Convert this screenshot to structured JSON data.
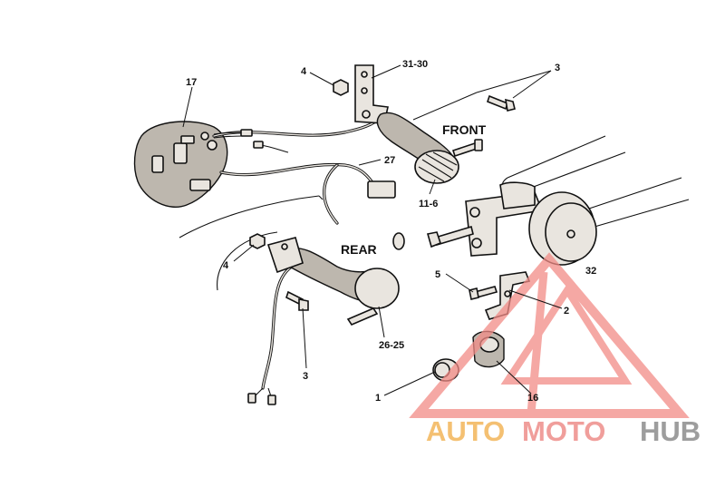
{
  "labels": {
    "front": "FRONT",
    "rear": "REAR",
    "callouts": {
      "p17": "17",
      "p4_top": "4",
      "p31_30": "31-30",
      "p3_top": "3",
      "p27": "27",
      "p11_6": "11-6",
      "p4_left": "4",
      "p5": "5",
      "p32": "32",
      "p2": "2",
      "p26_25": "26-25",
      "p3_bottom": "3",
      "p1": "1",
      "p16": "16"
    }
  },
  "watermark": {
    "part1": "AUTO",
    "part2": "MOTO",
    "part3": "HUB",
    "colors": {
      "auto": "#f3b65a",
      "moto": "#ee8e8a",
      "hub": "#8c8c8c",
      "triangle": "#f28b86"
    }
  }
}
